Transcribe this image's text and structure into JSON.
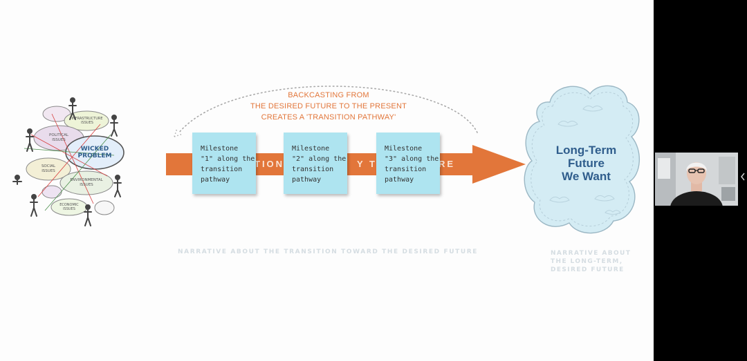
{
  "slide": {
    "backcasting": {
      "line1": "BACKCASTING FROM",
      "line2": "THE DESIRED FUTURE TO THE PRESENT",
      "line3": "CREATES A 'TRANSITION PATHWAY'"
    },
    "arrow_text_fragments": [
      "TION",
      "Y TO",
      "RE"
    ],
    "milestones": [
      {
        "lines": [
          "Milestone",
          "\"1\" along the",
          "transition",
          "pathway"
        ]
      },
      {
        "lines": [
          "Milestone",
          "\"2\" along the",
          "transition",
          "pathway"
        ]
      },
      {
        "lines": [
          "Milestone",
          "\"3\" along the",
          "transition",
          "pathway"
        ]
      }
    ],
    "cloud": {
      "line1": "Long-Term",
      "line2": "Future",
      "line3": "We Want"
    },
    "wicked_problem": {
      "center": [
        "WICKED",
        "PROBLEM"
      ],
      "labels": {
        "infrastructure": [
          "INFRASTRUCTURE",
          "ISSUES"
        ],
        "political": [
          "POLITICAL",
          "ISSUES"
        ],
        "social": [
          "SOCIAL",
          "ISSUES"
        ],
        "environmental": [
          "ENVIRONMENTAL",
          "ISSUES"
        ],
        "economic": [
          "ECONOMIC",
          "ISSUES"
        ]
      }
    },
    "narrative_transition": "NARRATIVE ABOUT THE TRANSITION TOWARD THE DESIRED FUTURE",
    "narrative_future": {
      "line1": "NARRATIVE ABOUT",
      "line2": "THE LONG-TERM,",
      "line3": "DESIRED FUTURE"
    }
  },
  "colors": {
    "arrow": "#e2763a",
    "milestone": "#aee4f0",
    "cloud_fill": "#d4ecf4",
    "cloud_text": "#2f5d8c",
    "narrative": "#d5dde2"
  },
  "icons": {
    "sidebar_chevron": "chevron-left-icon"
  }
}
